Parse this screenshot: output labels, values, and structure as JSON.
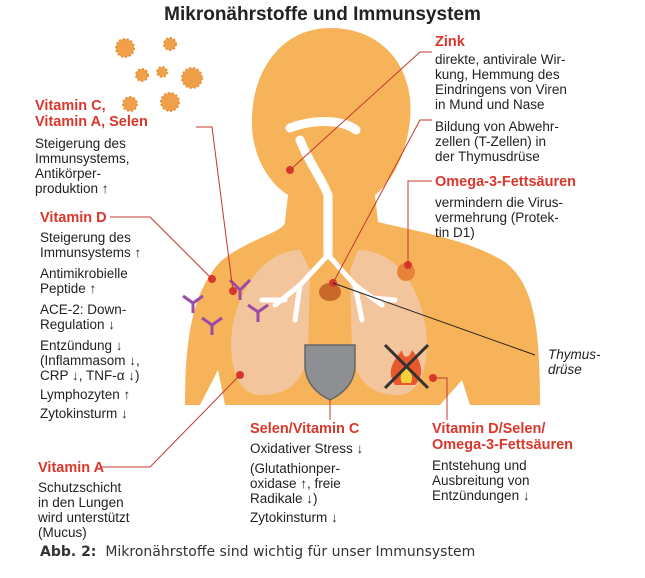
{
  "title": "Mikronährstoffe und Immunsystem",
  "colors": {
    "body": "#f7b35a",
    "heading": "#d9372b",
    "lung": "#f4c39a",
    "antibody": "#9b4aa8"
  },
  "labels": {
    "vit_c": {
      "heading": "Vitamin C,\nVitamin A, Selen",
      "text": "Steigerung des\nImmunsystems,\nAntikörper-\nproduktion ↑"
    },
    "vit_d": {
      "heading": "Vitamin D",
      "items": [
        "Steigerung des\nImmunsystems ↑",
        "Antimikrobielle\nPeptide ↑",
        "ACE-2: Down-\nRegulation ↓",
        "Entzündung ↓\n(Inflammasom ↓,\nCRP ↓, TNF-α ↓)",
        "Lymphozyten ↑",
        "Zytokinsturm ↓"
      ]
    },
    "vit_a": {
      "heading": "Vitamin A",
      "text": "Schutzschicht\nin den Lungen\nwird unterstützt\n(Mucus)"
    },
    "zink": {
      "heading": "Zink",
      "items": [
        "direkte, antivirale Wir-\nkung, Hemmung des\nEindringens von Viren\nin Mund und Nase",
        "Bildung von Abwehr-\nzellen (T-Zellen) in\nder Thymusdrüse"
      ]
    },
    "omega": {
      "heading": "Omega-3-Fettsäuren",
      "text": "vermindern die Virus-\nvermehrung (Protek-\ntin D1)"
    },
    "thymus": {
      "text": "Thymus-\ndrüse"
    },
    "selen_c": {
      "heading": "Selen/Vitamin C",
      "items": [
        "Oxidativer Stress ↓",
        "(Glutathionper-\noxidase ↑, freie\nRadikale ↓)",
        "Zytokinsturm ↓"
      ]
    },
    "vit_d_selen": {
      "heading": "Vitamin D/Selen/\nOmega-3-Fettsäuren",
      "text": "Entstehung und\nAusbreitung von\nEntzündungen ↓"
    }
  },
  "caption": {
    "label": "Abb. 2:",
    "text": "  Mikronährstoffe sind wichtig für unser Immunsystem"
  }
}
